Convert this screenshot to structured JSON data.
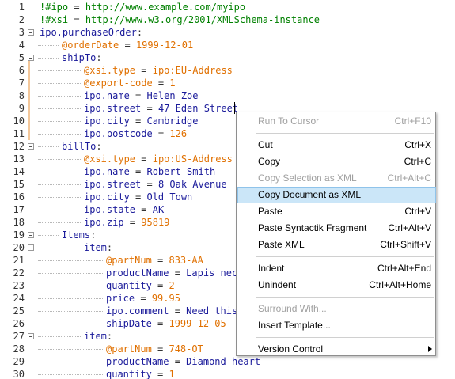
{
  "lines": [
    {
      "n": "1",
      "indent": 0,
      "parts": [
        {
          "t": "!#ipo",
          "c": "dir"
        },
        {
          "t": " = ",
          "c": "op"
        },
        {
          "t": "http://www.example.com/myipo",
          "c": "u"
        }
      ]
    },
    {
      "n": "2",
      "indent": 0,
      "parts": [
        {
          "t": "!#xsi",
          "c": "dir"
        },
        {
          "t": " = ",
          "c": "op"
        },
        {
          "t": "http://www.w3.org/2001/XMLSchema-instance",
          "c": "u"
        }
      ]
    },
    {
      "n": "3",
      "indent": 0,
      "fold": true,
      "parts": [
        {
          "t": "ipo.purchaseOrder",
          "c": "k"
        },
        {
          "t": ":",
          "c": "op"
        }
      ]
    },
    {
      "n": "4",
      "indent": 1,
      "parts": [
        {
          "t": "@orderDate",
          "c": "attr"
        },
        {
          "t": " = ",
          "c": "op"
        },
        {
          "t": "1999-12-01",
          "c": "lit"
        }
      ]
    },
    {
      "n": "5",
      "indent": 1,
      "fold": true,
      "parts": [
        {
          "t": "shipTo",
          "c": "k"
        },
        {
          "t": ":",
          "c": "op"
        }
      ]
    },
    {
      "n": "6",
      "indent": 2,
      "parts": [
        {
          "t": "@xsi.type",
          "c": "attr"
        },
        {
          "t": " = ",
          "c": "op"
        },
        {
          "t": "ipo:EU-Address",
          "c": "lit"
        }
      ]
    },
    {
      "n": "7",
      "indent": 2,
      "parts": [
        {
          "t": "@export-code",
          "c": "attr"
        },
        {
          "t": " = ",
          "c": "op"
        },
        {
          "t": "1",
          "c": "lit"
        }
      ]
    },
    {
      "n": "8",
      "indent": 2,
      "parts": [
        {
          "t": "ipo.name",
          "c": "k"
        },
        {
          "t": " = ",
          "c": "op"
        },
        {
          "t": "Helen Zoe",
          "c": "v"
        }
      ]
    },
    {
      "n": "9",
      "indent": 2,
      "parts": [
        {
          "t": "ipo.street",
          "c": "k"
        },
        {
          "t": " = ",
          "c": "op"
        },
        {
          "t": "47 Eden Street",
          "c": "v"
        }
      ]
    },
    {
      "n": "10",
      "indent": 2,
      "parts": [
        {
          "t": "ipo.city",
          "c": "k"
        },
        {
          "t": " = ",
          "c": "op"
        },
        {
          "t": "Cambridge",
          "c": "v"
        }
      ]
    },
    {
      "n": "11",
      "indent": 2,
      "parts": [
        {
          "t": "ipo.postcode",
          "c": "k"
        },
        {
          "t": " = ",
          "c": "op"
        },
        {
          "t": "126",
          "c": "lit"
        }
      ]
    },
    {
      "n": "12",
      "indent": 1,
      "fold": true,
      "parts": [
        {
          "t": "billTo",
          "c": "k"
        },
        {
          "t": ":",
          "c": "op"
        }
      ]
    },
    {
      "n": "13",
      "indent": 2,
      "parts": [
        {
          "t": "@xsi.type",
          "c": "attr"
        },
        {
          "t": " = ",
          "c": "op"
        },
        {
          "t": "ipo:US-Address",
          "c": "lit"
        }
      ]
    },
    {
      "n": "14",
      "indent": 2,
      "parts": [
        {
          "t": "ipo.name",
          "c": "k"
        },
        {
          "t": " = ",
          "c": "op"
        },
        {
          "t": "Robert Smith",
          "c": "v"
        }
      ]
    },
    {
      "n": "15",
      "indent": 2,
      "parts": [
        {
          "t": "ipo.street",
          "c": "k"
        },
        {
          "t": " = ",
          "c": "op"
        },
        {
          "t": "8 Oak Avenue",
          "c": "v"
        }
      ]
    },
    {
      "n": "16",
      "indent": 2,
      "parts": [
        {
          "t": "ipo.city",
          "c": "k"
        },
        {
          "t": " = ",
          "c": "op"
        },
        {
          "t": "Old Town",
          "c": "v"
        }
      ]
    },
    {
      "n": "17",
      "indent": 2,
      "parts": [
        {
          "t": "ipo.state",
          "c": "k"
        },
        {
          "t": " = ",
          "c": "op"
        },
        {
          "t": "AK",
          "c": "v"
        }
      ]
    },
    {
      "n": "18",
      "indent": 2,
      "parts": [
        {
          "t": "ipo.zip",
          "c": "k"
        },
        {
          "t": " = ",
          "c": "op"
        },
        {
          "t": "95819",
          "c": "lit"
        }
      ]
    },
    {
      "n": "19",
      "indent": 1,
      "fold": true,
      "parts": [
        {
          "t": "Items",
          "c": "k"
        },
        {
          "t": ":",
          "c": "op"
        }
      ]
    },
    {
      "n": "20",
      "indent": 2,
      "fold": true,
      "parts": [
        {
          "t": "item",
          "c": "k"
        },
        {
          "t": ":",
          "c": "op"
        }
      ]
    },
    {
      "n": "21",
      "indent": 3,
      "parts": [
        {
          "t": "@partNum",
          "c": "attr"
        },
        {
          "t": " = ",
          "c": "op"
        },
        {
          "t": "833-AA",
          "c": "lit"
        }
      ]
    },
    {
      "n": "22",
      "indent": 3,
      "parts": [
        {
          "t": "productName",
          "c": "k"
        },
        {
          "t": " = ",
          "c": "op"
        },
        {
          "t": "Lapis neck",
          "c": "v"
        }
      ]
    },
    {
      "n": "23",
      "indent": 3,
      "parts": [
        {
          "t": "quantity",
          "c": "k"
        },
        {
          "t": " = ",
          "c": "op"
        },
        {
          "t": "2",
          "c": "lit"
        }
      ]
    },
    {
      "n": "24",
      "indent": 3,
      "parts": [
        {
          "t": "price",
          "c": "k"
        },
        {
          "t": " = ",
          "c": "op"
        },
        {
          "t": "99.95",
          "c": "lit"
        }
      ]
    },
    {
      "n": "25",
      "indent": 3,
      "parts": [
        {
          "t": "ipo.comment",
          "c": "k"
        },
        {
          "t": " = ",
          "c": "op"
        },
        {
          "t": "Need this",
          "c": "v"
        }
      ]
    },
    {
      "n": "26",
      "indent": 3,
      "parts": [
        {
          "t": "shipDate",
          "c": "k"
        },
        {
          "t": " = ",
          "c": "op"
        },
        {
          "t": "1999-12-05",
          "c": "lit"
        }
      ]
    },
    {
      "n": "27",
      "indent": 2,
      "fold": true,
      "parts": [
        {
          "t": "item",
          "c": "k"
        },
        {
          "t": ":",
          "c": "op"
        }
      ]
    },
    {
      "n": "28",
      "indent": 3,
      "parts": [
        {
          "t": "@partNum",
          "c": "attr"
        },
        {
          "t": " = ",
          "c": "op"
        },
        {
          "t": "748-OT",
          "c": "lit"
        }
      ]
    },
    {
      "n": "29",
      "indent": 3,
      "parts": [
        {
          "t": "productName",
          "c": "k"
        },
        {
          "t": " = ",
          "c": "op"
        },
        {
          "t": "Diamond heart",
          "c": "v"
        }
      ]
    },
    {
      "n": "30",
      "indent": 3,
      "parts": [
        {
          "t": "quantity",
          "c": "k"
        },
        {
          "t": " = ",
          "c": "op"
        },
        {
          "t": "1",
          "c": "lit"
        }
      ]
    }
  ],
  "menu": {
    "items": [
      {
        "label": "Run To Cursor",
        "shortcut": "Ctrl+F10",
        "disabled": true
      },
      {
        "sep": true
      },
      {
        "label": "Cut",
        "shortcut": "Ctrl+X"
      },
      {
        "label": "Copy",
        "shortcut": "Ctrl+C"
      },
      {
        "label": "Copy Selection as XML",
        "shortcut": "Ctrl+Alt+C",
        "disabled": true
      },
      {
        "label": "Copy Document as XML",
        "shortcut": "",
        "highlighted": true
      },
      {
        "label": "Paste",
        "shortcut": "Ctrl+V"
      },
      {
        "label": "Paste Syntactik Fragment",
        "shortcut": "Ctrl+Alt+V"
      },
      {
        "label": "Paste XML",
        "shortcut": "Ctrl+Shift+V"
      },
      {
        "sep": true
      },
      {
        "label": "Indent",
        "shortcut": "Ctrl+Alt+End"
      },
      {
        "label": "Unindent",
        "shortcut": "Ctrl+Alt+Home"
      },
      {
        "sep": true
      },
      {
        "label": "Surround With...",
        "shortcut": "",
        "disabled": true
      },
      {
        "label": "Insert Template...",
        "shortcut": ""
      },
      {
        "sep": true
      },
      {
        "label": "Version Control",
        "shortcut": "",
        "submenu": true
      }
    ]
  }
}
